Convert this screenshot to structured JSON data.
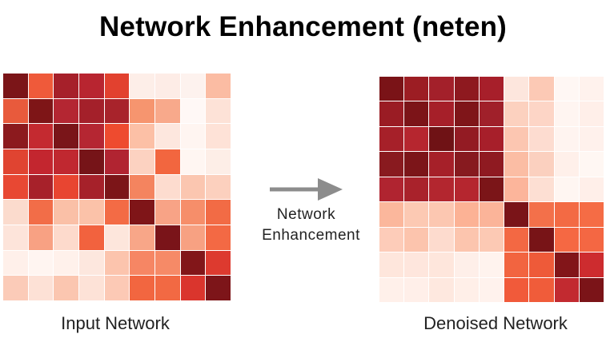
{
  "title": "Network Enhancement (neten)",
  "arrow": {
    "line1": "Network",
    "line2": "Enhancement"
  },
  "input_network": {
    "caption": "Input Network",
    "colors": [
      [
        "#7b1518",
        "#ef5a3a",
        "#a6202a",
        "#b82530",
        "#e2412f",
        "#fdeee8",
        "#fdece6",
        "#fdf2ee",
        "#fbbca3"
      ],
      [
        "#e85a3c",
        "#7e1517",
        "#b42632",
        "#a4202a",
        "#a8232b",
        "#f6956f",
        "#f8a98b",
        "#fff8f6",
        "#fde2d7"
      ],
      [
        "#8c1a1e",
        "#c42a30",
        "#7a1519",
        "#b52632",
        "#ee4b2f",
        "#fcc0a6",
        "#fde7de",
        "#fff5f1",
        "#fee2d7"
      ],
      [
        "#e04431",
        "#c3262f",
        "#c02830",
        "#761418",
        "#b12431",
        "#fcd2c1",
        "#f2663f",
        "#fff6f2",
        "#fdeee7"
      ],
      [
        "#e84833",
        "#a7212a",
        "#e84531",
        "#a6212a",
        "#7c1518",
        "#f4845f",
        "#fddccf",
        "#fbc6b0",
        "#fcd0be"
      ],
      [
        "#fbdbcd",
        "#f26d48",
        "#fac0a7",
        "#fbc2a9",
        "#f36b45",
        "#7f1518",
        "#f8a386",
        "#f68e6a",
        "#f26b45"
      ],
      [
        "#fde4da",
        "#f8a183",
        "#fddacc",
        "#f2623e",
        "#fde6dc",
        "#f8a688",
        "#7a1419",
        "#f7a182",
        "#f36944"
      ],
      [
        "#fff0ea",
        "#fff5f1",
        "#fff1eb",
        "#fde7de",
        "#fcc4ad",
        "#f68664",
        "#f68a67",
        "#821619",
        "#dd3a2f"
      ],
      [
        "#fbcbb8",
        "#fde1d6",
        "#fbc6b0",
        "#fde2d7",
        "#fcc9b5",
        "#f26640",
        "#f26943",
        "#da352d",
        "#7d1519"
      ]
    ]
  },
  "denoised_network": {
    "caption": "Denoised Network",
    "colors": [
      [
        "#7a1317",
        "#9c1d23",
        "#a3202a",
        "#8e191f",
        "#a71f2a",
        "#fde6dd",
        "#fcc9b5",
        "#fff7f4",
        "#fff2ed"
      ],
      [
        "#9a1c24",
        "#7c1418",
        "#a61f29",
        "#7f1519",
        "#a0202a",
        "#fcd1bf",
        "#fdd5c6",
        "#fff5f1",
        "#ffefe9"
      ],
      [
        "#a62029",
        "#b6262f",
        "#6f1215",
        "#931b23",
        "#a71f2a",
        "#fcc6b1",
        "#fddcd0",
        "#fff4f0",
        "#fff1ec"
      ],
      [
        "#891a1f",
        "#7c1519",
        "#a62029",
        "#871a1f",
        "#8f1a21",
        "#fbbda4",
        "#fbd0bf",
        "#fff0ea",
        "#fff7f3"
      ],
      [
        "#b02430",
        "#a9222b",
        "#b3262f",
        "#b5262f",
        "#7b1518",
        "#fcb59b",
        "#fddfd3",
        "#fff6f2",
        "#ffefe9"
      ],
      [
        "#fbb79c",
        "#fcc9b3",
        "#fcc7b1",
        "#fcb295",
        "#fbb499",
        "#7a1418",
        "#f3704a",
        "#f36a44",
        "#f56c45"
      ],
      [
        "#fdccb9",
        "#fcc4ad",
        "#fddbce",
        "#fcc5ae",
        "#fcc9b4",
        "#f36843",
        "#781417",
        "#f56843",
        "#f46743"
      ],
      [
        "#fee6dc",
        "#fee6dd",
        "#fee6dc",
        "#feefe9",
        "#fff3ee",
        "#f26440",
        "#ee5a39",
        "#821519",
        "#cd2c2f"
      ],
      [
        "#fff0ea",
        "#ffefe9",
        "#fee8df",
        "#ffefe8",
        "#fff2ed",
        "#f15a3a",
        "#f05c3a",
        "#c22a30",
        "#7b1418"
      ]
    ]
  }
}
